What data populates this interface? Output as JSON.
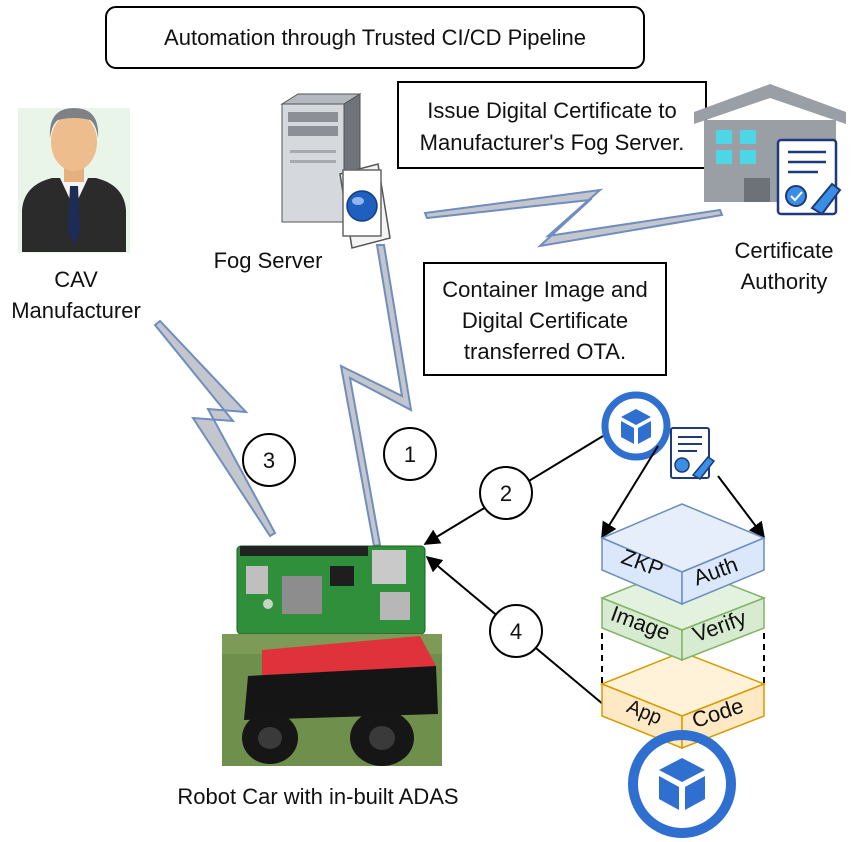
{
  "header": {
    "pipeline_label": "Automation through Trusted CI/CD Pipeline"
  },
  "actors": {
    "manufacturer_line1": "CAV",
    "manufacturer_line2": "Manufacturer",
    "fog_server": "Fog Server",
    "ca_line1": "Certificate",
    "ca_line2": "Authority",
    "robot_car": "Robot Car with in-built ADAS"
  },
  "notes": {
    "issue_line1": "Issue Digital Certificate to",
    "issue_line2": "Manufacturer's Fog Server.",
    "transfer_line1": "Container Image  and",
    "transfer_line2": "Digital Certificate",
    "transfer_line3": "transferred OTA."
  },
  "steps": [
    "1",
    "2",
    "3",
    "4"
  ],
  "stack_layers": {
    "top_left": "ZKP",
    "top_right": "Auth",
    "mid_left": "Image",
    "mid_right": "Verify",
    "bottom_left": "App",
    "bottom_right": "Code"
  },
  "colors": {
    "link_fill": "#c3c7cd",
    "link_stroke": "#6f8dbf",
    "layer_top_fill": "#dbe7fb",
    "layer_top_stroke": "#6c8ebf",
    "layer_mid_fill": "#d6ebcf",
    "layer_mid_stroke": "#82b366",
    "layer_bottom_fill": "#ffe9c4",
    "layer_bottom_stroke": "#d79b00",
    "container_blue": "#2e6fd0"
  }
}
